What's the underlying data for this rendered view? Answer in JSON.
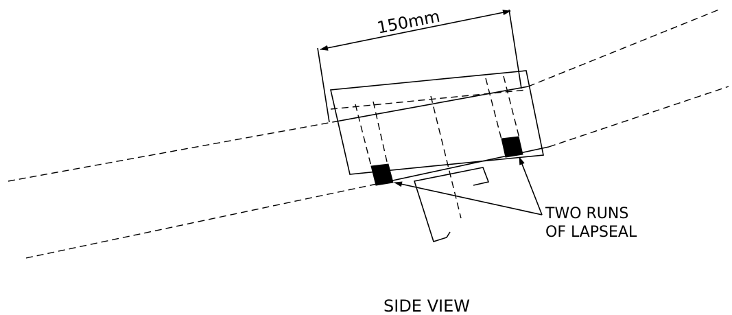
{
  "drawing": {
    "dimension_label": "150mm",
    "callout_line1": "TWO RUNS",
    "callout_line2": "OF LAPSEAL",
    "view_title": "SIDE VIEW"
  },
  "colors": {
    "ink": "#000000",
    "background": "#ffffff"
  }
}
